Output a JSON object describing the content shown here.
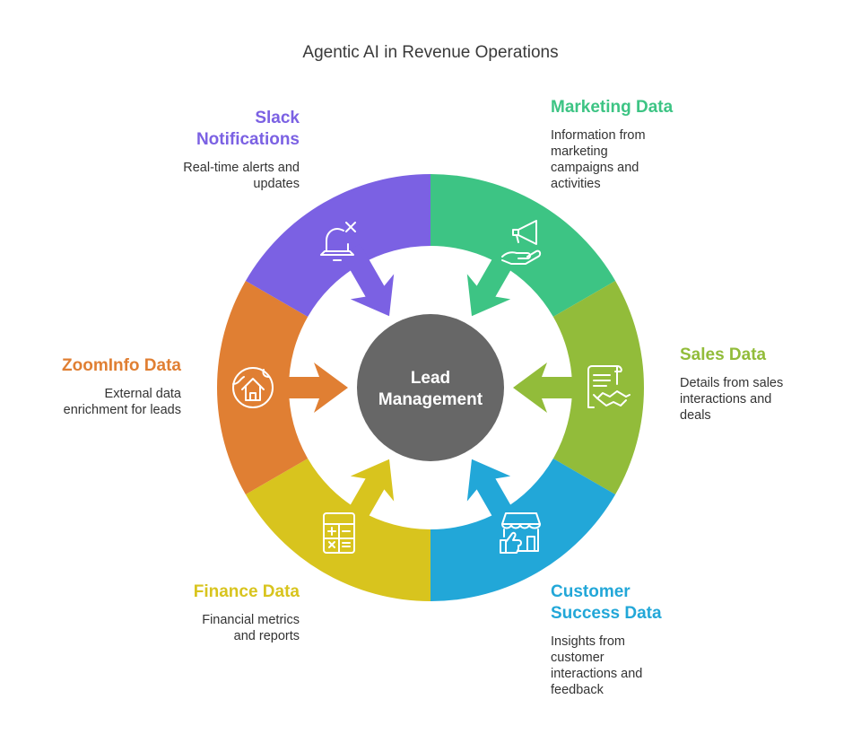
{
  "title": "Agentic AI in Revenue Operations",
  "center": {
    "line1": "Lead",
    "line2": "Management",
    "color": "#676767"
  },
  "segments": [
    {
      "id": "slack",
      "title_line1": "Slack",
      "title_line2": "Notifications",
      "desc_line1": "Real-time alerts and",
      "desc_line2": "updates",
      "color": "#7b61e3",
      "icon": "bell-x-icon"
    },
    {
      "id": "marketing",
      "title": "Marketing Data",
      "desc_line1": "Information from",
      "desc_line2": "marketing",
      "desc_line3": "campaigns and",
      "desc_line4": "activities",
      "color": "#3dc484",
      "icon": "megaphone-hand-icon"
    },
    {
      "id": "sales",
      "title": "Sales Data",
      "desc_line1": "Details from sales",
      "desc_line2": "interactions and",
      "desc_line3": "deals",
      "color": "#92bc3a",
      "icon": "contract-handshake-icon"
    },
    {
      "id": "customer_success",
      "title_line1": "Customer",
      "title_line2": "Success Data",
      "desc_line1": "Insights from",
      "desc_line2": "customer",
      "desc_line3": "interactions and",
      "desc_line4": "feedback",
      "color": "#22a7d8",
      "icon": "store-thumbs-up-icon"
    },
    {
      "id": "finance",
      "title": "Finance Data",
      "desc_line1": "Financial metrics",
      "desc_line2": "and reports",
      "color": "#d8c41e",
      "icon": "calculator-icon"
    },
    {
      "id": "zoominfo",
      "title": "ZoomInfo Data",
      "desc_line1": "External data",
      "desc_line2": "enrichment for leads",
      "color": "#e07f33",
      "icon": "house-circle-icon"
    }
  ]
}
